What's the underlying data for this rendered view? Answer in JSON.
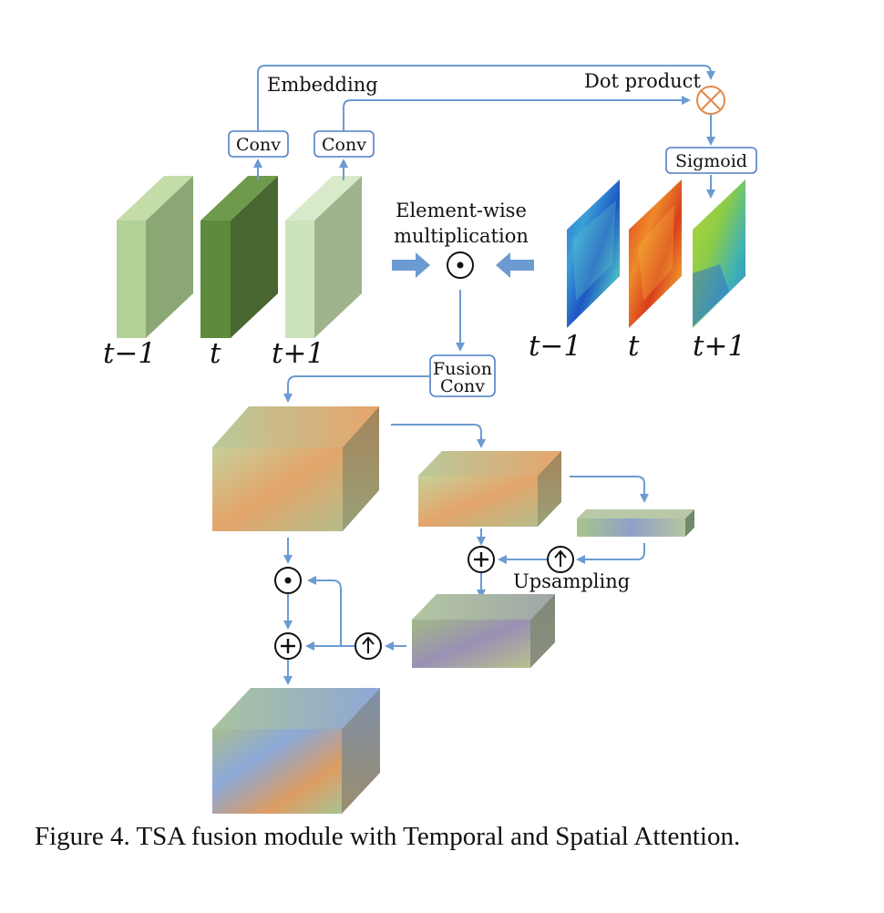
{
  "labels": {
    "embedding": "Embedding",
    "dot_product": "Dot product",
    "conv_1": "Conv",
    "conv_2": "Conv",
    "sigmoid": "Sigmoid",
    "element_wise_1": "Element-wise",
    "element_wise_2": "multiplication",
    "fusion_conv_1": "Fusion",
    "fusion_conv_2": "Conv",
    "upsampling": "Upsampling"
  },
  "frames": [
    "t−1",
    "t",
    "t+1"
  ],
  "attention_maps": [
    "t−1",
    "t",
    "t+1"
  ],
  "symbols": {
    "times": "⊗",
    "odot": "⊙",
    "oplus": "⊕",
    "up": "↑"
  },
  "caption": "Figure 4.  TSA fusion module with Temporal and Spatial Attention."
}
